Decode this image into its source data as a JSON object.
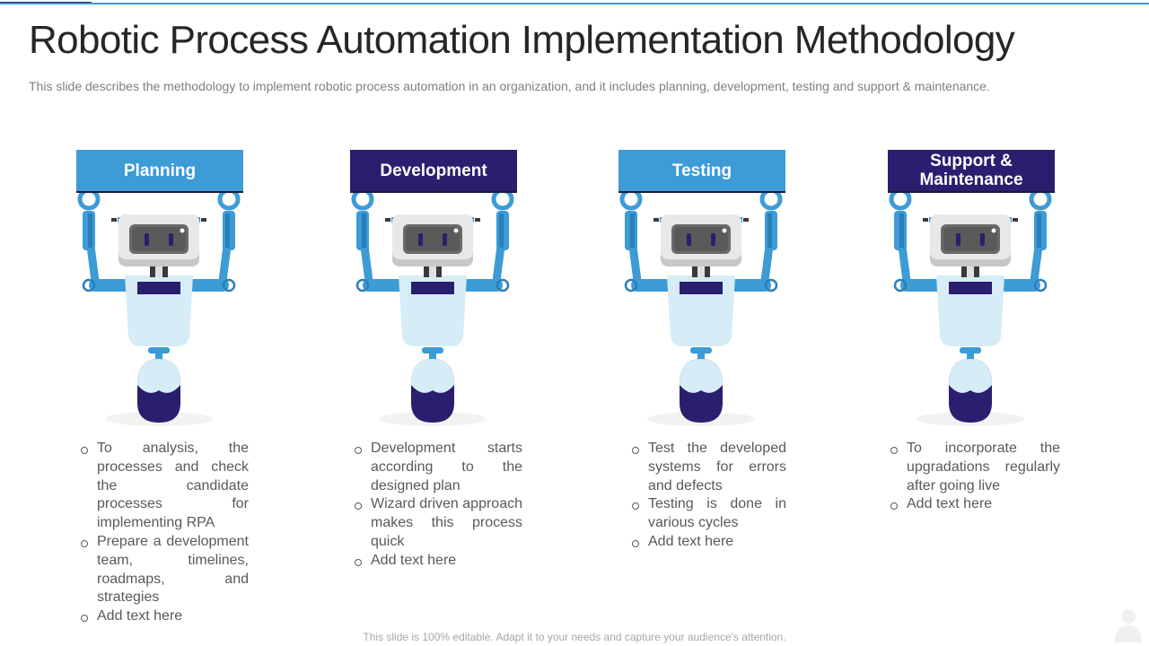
{
  "slide": {
    "title": "Robotic Process Automation Implementation Methodology",
    "subtitle": "This slide describes the methodology to implement robotic process automation in an organization, and it includes planning, development, testing and support & maintenance.",
    "footer": "This slide is 100% editable. Adapt it to your needs and capture your audience's attention."
  },
  "colors": {
    "light_blue": "#3d9bd6",
    "dark_navy": "#2a1f6e",
    "robot_body": "#d6ecf7",
    "robot_head": "#e6e6e6",
    "text": "#595959"
  },
  "icons": {
    "robot": "robot-icon",
    "bullet": "hollow-circle-bullet"
  },
  "stages": [
    {
      "label": "Planning",
      "style": "light",
      "bullets": [
        "To analysis, the processes and check the candidate processes for implementing RPA",
        "Prepare a development team, timelines, roadmaps, and strategies",
        "Add text here"
      ]
    },
    {
      "label": "Development",
      "style": "dark",
      "bullets": [
        "Development starts according to the designed plan",
        "Wizard driven approach makes this process quick",
        "Add text here"
      ]
    },
    {
      "label": "Testing",
      "style": "light",
      "bullets": [
        "Test the developed systems for errors and defects",
        "Testing is done in various cycles",
        "Add text here"
      ]
    },
    {
      "label": "Support & Maintenance",
      "style": "dark",
      "bullets": [
        "To incorporate the upgradations regularly after going live",
        "Add text here"
      ]
    }
  ]
}
